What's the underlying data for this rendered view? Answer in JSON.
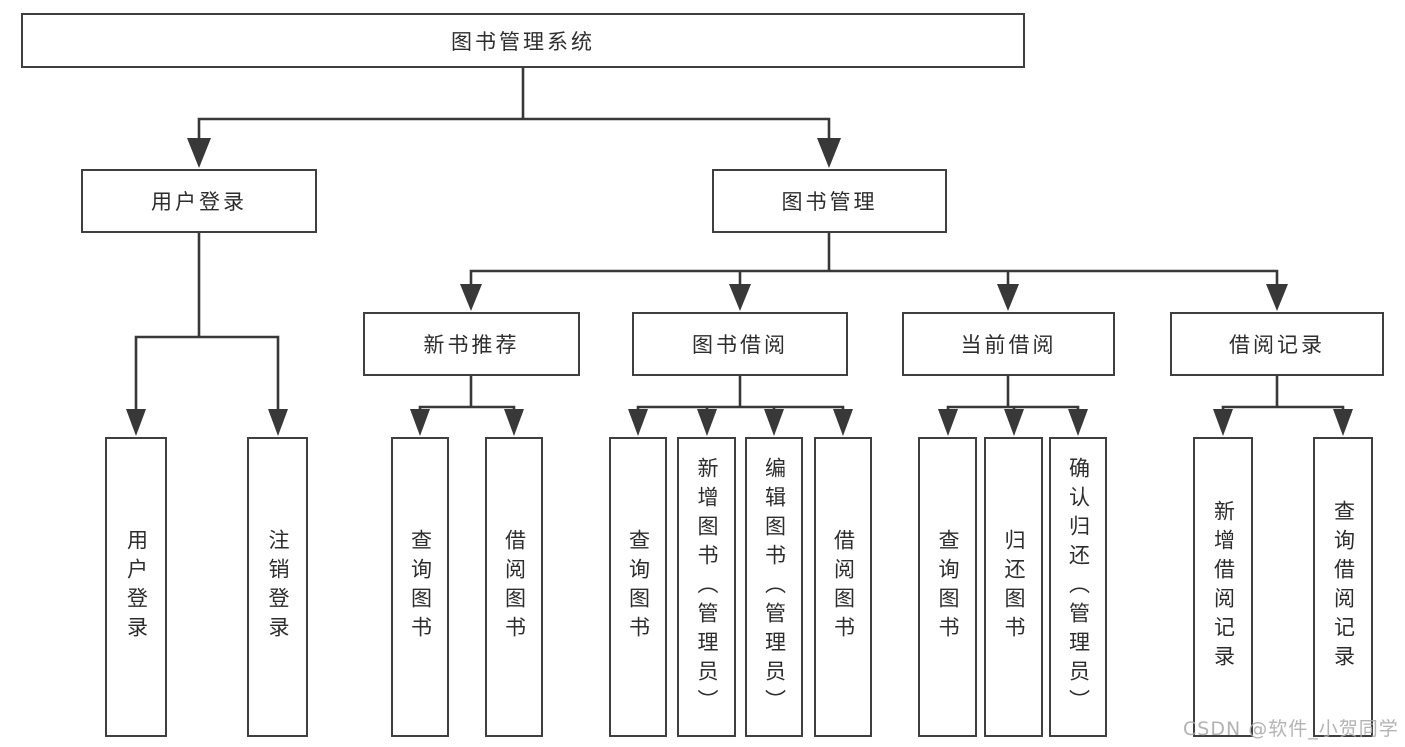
{
  "tree": {
    "label": "图书管理系统",
    "children": [
      {
        "label": "用户登录",
        "children": [
          {
            "label": "用户登录"
          },
          {
            "label": "注销登录"
          }
        ]
      },
      {
        "label": "图书管理",
        "children": [
          {
            "label": "新书推荐",
            "children": [
              {
                "label": "查询图书"
              },
              {
                "label": "借阅图书"
              }
            ]
          },
          {
            "label": "图书借阅",
            "children": [
              {
                "label": "查询图书"
              },
              {
                "label": "新增图书（管理员）"
              },
              {
                "label": "编辑图书（管理员）"
              },
              {
                "label": "借阅图书"
              }
            ]
          },
          {
            "label": "当前借阅",
            "children": [
              {
                "label": "查询图书"
              },
              {
                "label": "归还图书"
              },
              {
                "label": "确认归还（管理员）"
              }
            ]
          },
          {
            "label": "借阅记录",
            "children": [
              {
                "label": "新增借阅记录"
              },
              {
                "label": "查询借阅记录"
              }
            ]
          }
        ]
      }
    ]
  },
  "watermark": {
    "text": "CSDN @软件_小贺同学"
  },
  "colors": {
    "line": "#383838",
    "box_border": "#3f3f3f",
    "text": "#2d2d2d",
    "watermark": "#ababab"
  }
}
